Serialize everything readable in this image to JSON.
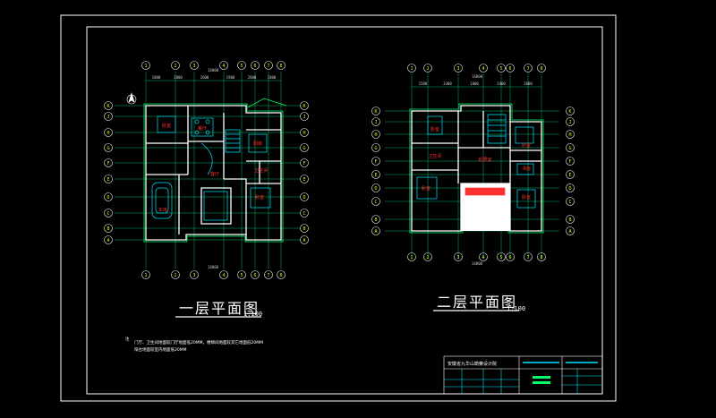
{
  "drawing": {
    "plan1": {
      "title": "一层平面图",
      "scale": "1:100"
    },
    "plan2": {
      "title": "二层平面图",
      "scale": "1:100"
    },
    "notes": [
      "注",
      "门厅、卫生间地面较门厅地面低20MM，楼梯间地面较其它地面低20MM",
      "阳台地面较室内地面低20MM"
    ],
    "title_block": {
      "institute": "安徽省九华山勘察设计院"
    }
  },
  "colors": {
    "background": "#000000",
    "frame": "#ffffff",
    "wall": "#ffffff",
    "green": "#00ff66",
    "grid": "#00e676",
    "cyan": "#00e5ff",
    "red": "#ff3030",
    "yellow": "#d8ff00"
  },
  "axis_labels": {
    "top_p1": [
      "1",
      "2",
      "3",
      "4",
      "5",
      "6",
      "7",
      "8"
    ],
    "left_p1": [
      "K",
      "J",
      "H",
      "G",
      "F",
      "E",
      "D",
      "C",
      "B",
      "A"
    ],
    "right_p1": [
      "K",
      "J",
      "H",
      "G",
      "F",
      "E",
      "D",
      "C",
      "B",
      "A"
    ],
    "top_p2": [
      "1",
      "2",
      "3",
      "4",
      "5",
      "6",
      "7",
      "8"
    ],
    "left_p2": [
      "K",
      "J",
      "H",
      "G",
      "F",
      "E",
      "D",
      "C",
      "B",
      "A"
    ],
    "right_p2": [
      "K",
      "J",
      "H",
      "G",
      "F",
      "E",
      "D",
      "C",
      "B",
      "A"
    ]
  },
  "room_labels_p1": [
    "卧室",
    "餐厅",
    "厨房",
    "客厅",
    "车库",
    "卫生间",
    "卧室"
  ],
  "room_labels_p2": [
    "卧室",
    "卫生间",
    "卧室",
    "起居室",
    "卧室",
    "书房",
    "卧室"
  ],
  "dimensions": {
    "top_p1": [
      "1800",
      "2000",
      "2600",
      "1900",
      "2000",
      "1800"
    ],
    "total_p1": "14800",
    "top_p2": [
      "1500",
      "3300",
      "1800",
      "3400",
      "2600"
    ],
    "total_p2": "14800"
  }
}
